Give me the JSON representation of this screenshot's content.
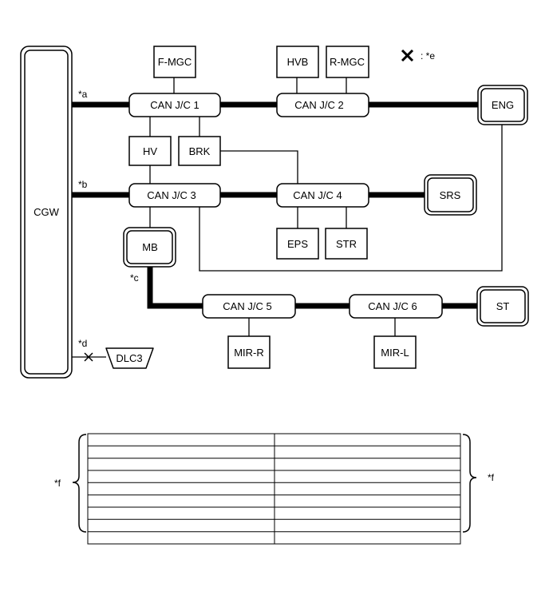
{
  "nodes": {
    "cgw": "CGW",
    "f_mgc": "F-MGC",
    "hvb": "HVB",
    "r_mgc": "R-MGC",
    "can_jc1": "CAN J/C 1",
    "can_jc2": "CAN J/C 2",
    "eng": "ENG",
    "hv": "HV",
    "brk": "BRK",
    "can_jc3": "CAN J/C 3",
    "can_jc4": "CAN J/C 4",
    "srs": "SRS",
    "eps": "EPS",
    "str": "STR",
    "mb": "MB",
    "can_jc5": "CAN J/C 5",
    "can_jc6": "CAN J/C 6",
    "st": "ST",
    "mir_r": "MIR-R",
    "mir_l": "MIR-L",
    "dlc3": "DLC3"
  },
  "callouts": {
    "a": "*a",
    "b": "*b",
    "c": "*c",
    "d": "*d",
    "e": ": *e",
    "f_left": "*f",
    "f_right": "*f"
  },
  "legend": {
    "symbol_icon": "x-mark-icon"
  },
  "table": {
    "rows": [
      [
        "",
        ""
      ],
      [
        "",
        ""
      ],
      [
        "",
        ""
      ],
      [
        "",
        ""
      ],
      [
        "",
        ""
      ],
      [
        "",
        ""
      ],
      [
        "",
        ""
      ],
      [
        "",
        ""
      ],
      [
        "",
        ""
      ]
    ]
  }
}
